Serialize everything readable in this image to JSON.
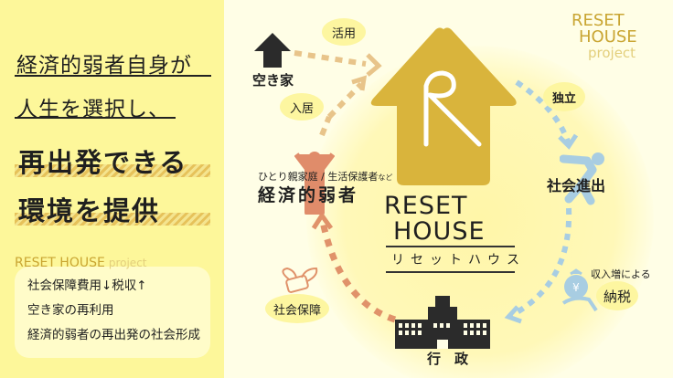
{
  "left_panel": {
    "headline_lines": [
      "経済的弱者自身が",
      "人生を選択し、"
    ],
    "emphasis_lines": [
      "再出発できる",
      "環境を提供"
    ],
    "mini_logo": {
      "text": "RESET HOUSE",
      "suffix": "project"
    },
    "benefits": [
      "社会保障費用↓税収↑",
      "空き家の再利用",
      "経済的弱者の再出発の社会形成"
    ]
  },
  "diagram": {
    "center_logo": {
      "line1": "RESET",
      "line2": "HOUSE",
      "katakana": "リセットハウス"
    },
    "corner_logo": {
      "line1": "RESET",
      "line2": "HOUSE",
      "line3": "project"
    },
    "nodes": {
      "vacant_house": "空き家",
      "vulnerable": {
        "subtitle": "ひとり親家庭 / 生活保護者",
        "subtitle_suffix": "など",
        "title": "経済的弱者"
      },
      "society": "社会進出",
      "tax": {
        "subtitle": "収入増による",
        "title": "納税"
      },
      "government": "行　政"
    },
    "flow_labels": {
      "use": "活用",
      "move_in": "入居",
      "independence": "独立",
      "social_security": "社会保障"
    }
  },
  "colors": {
    "left_bg": "#fdf79a",
    "right_bg": "#fffee6",
    "gold": "#d9b43c",
    "orange_arrow": "#e0926a",
    "tan_arrow": "#e8c48a",
    "blue_arrow": "#a8cde2",
    "dark": "#2b2b2b"
  }
}
